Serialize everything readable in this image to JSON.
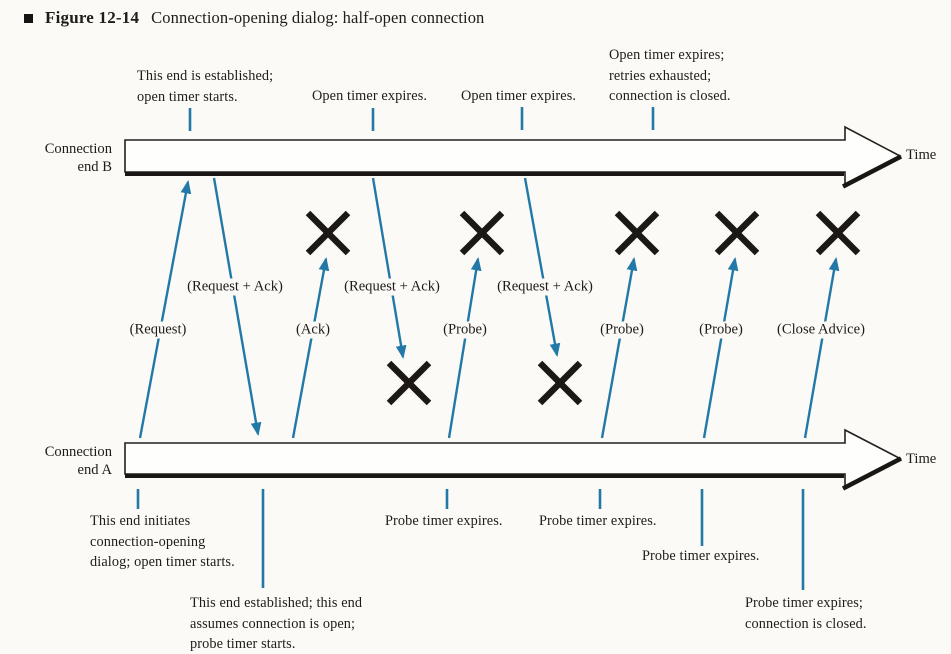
{
  "figure_header": {
    "label": "Figure 12-14",
    "caption": "Connection-opening dialog: half-open connection"
  },
  "colors": {
    "accent": "#2279a8",
    "ink": "#1f1c19",
    "page_background": "#fbfaf6"
  },
  "timeline_b": {
    "end_label": "Connection\nend B",
    "time_label": "Time",
    "annotations": [
      {
        "text": "This end is established;\nopen timer starts."
      },
      {
        "text": "Open timer expires."
      },
      {
        "text": "Open timer expires."
      },
      {
        "text": "Open timer expires;\nretries exhausted;\nconnection is closed."
      }
    ]
  },
  "timeline_a": {
    "end_label": "Connection\nend A",
    "time_label": "Time",
    "annotations": [
      {
        "text": "This end initiates\nconnection-opening\ndialog; open timer starts."
      },
      {
        "text": "This end established; this end\nassumes connection is open;\nprobe timer starts."
      },
      {
        "text": "Probe timer expires."
      },
      {
        "text": "Probe timer expires."
      },
      {
        "text": "Probe timer expires."
      },
      {
        "text": "Probe timer expires;\nconnection is closed."
      }
    ]
  },
  "messages": [
    {
      "label": "(Request)"
    },
    {
      "label": "(Request + Ack)"
    },
    {
      "label": "(Ack)"
    },
    {
      "label": "(Request + Ack)"
    },
    {
      "label": "(Probe)"
    },
    {
      "label": "(Request + Ack)"
    },
    {
      "label": "(Probe)"
    },
    {
      "label": "(Probe)"
    },
    {
      "label": "(Close Advice)"
    }
  ]
}
